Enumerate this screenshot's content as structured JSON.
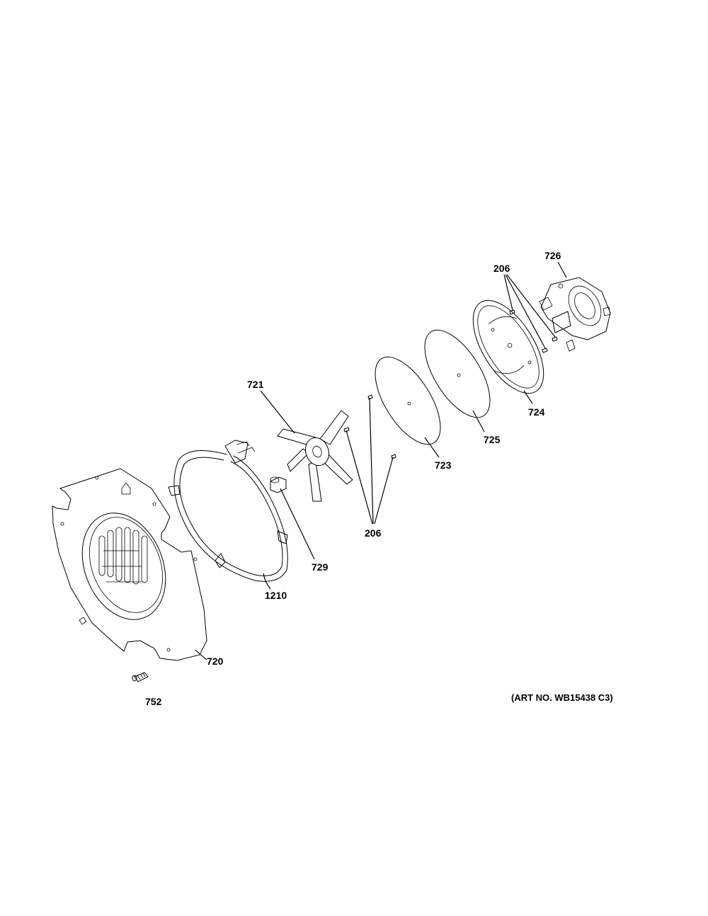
{
  "callouts": {
    "p726": "726",
    "p206_top": "206",
    "p721": "721",
    "p724": "724",
    "p725": "725",
    "p723": "723",
    "p206_bottom": "206",
    "p729": "729",
    "p1210": "1210",
    "p720": "720",
    "p752": "752"
  },
  "art_number": "(ART NO. WB15438 C3)"
}
